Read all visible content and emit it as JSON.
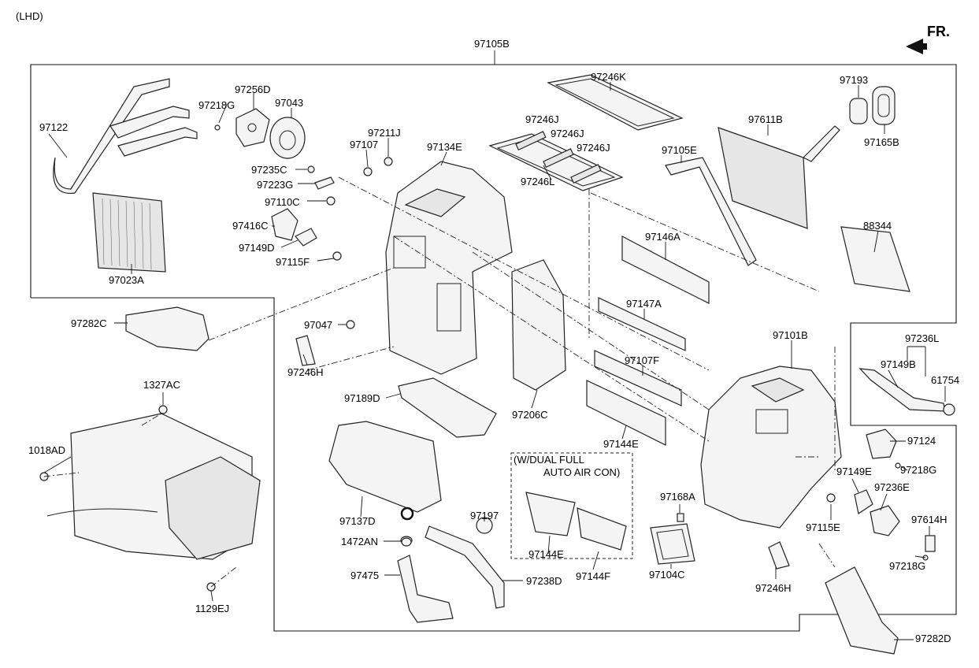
{
  "header": {
    "variant": "(LHD)",
    "direction": "FR."
  },
  "assembly": "97105B",
  "parts": {
    "p97122": "97122",
    "p97023A": "97023A",
    "p97218G_a": "97218G",
    "p97256D": "97256D",
    "p97043": "97043",
    "p97235C": "97235C",
    "p97223G": "97223G",
    "p97110C": "97110C",
    "p97416C": "97416C",
    "p97149D": "97149D",
    "p97115F": "97115F",
    "p97107": "97107",
    "p97211J": "97211J",
    "p97134E": "97134E",
    "p97246J_a": "97246J",
    "p97246J_b": "97246J",
    "p97246J_c": "97246J",
    "p97246K": "97246K",
    "p97246L": "97246L",
    "p97193": "97193",
    "p97165B": "97165B",
    "p97611B": "97611B",
    "p97105E": "97105E",
    "p88344": "88344",
    "p97146A": "97146A",
    "p97147A": "97147A",
    "p97107F": "97107F",
    "p97144E_a": "97144E",
    "p97206C": "97206C",
    "p97047": "97047",
    "p97246H_a": "97246H",
    "p97282C": "97282C",
    "p1327AC": "1327AC",
    "p1018AD": "1018AD",
    "p1129EJ": "1129EJ",
    "p97189D": "97189D",
    "p97137D": "97137D",
    "p1472AN": "1472AN",
    "p97475": "97475",
    "p97238D": "97238D",
    "p97197": "97197",
    "p97144E_b": "97144E",
    "p97144F": "97144F",
    "p97168A": "97168A",
    "p97104C": "97104C",
    "p97101B": "97101B",
    "p97236L": "97236L",
    "p97149B": "97149B",
    "p61754": "61754",
    "p97124": "97124",
    "p97218G_b": "97218G",
    "p97149E": "97149E",
    "p97115E": "97115E",
    "p97236E": "97236E",
    "p97614H": "97614H",
    "p97218G_c": "97218G",
    "p97246H_b": "97246H",
    "p97282D": "97282D"
  },
  "option_box": {
    "line1": "(W/DUAL FULL",
    "line2": "AUTO AIR CON)"
  }
}
